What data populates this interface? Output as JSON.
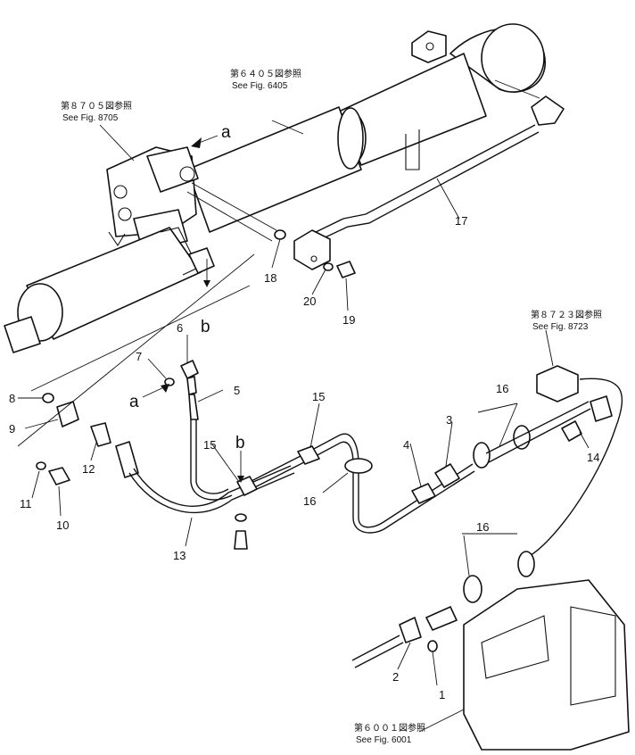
{
  "callouts": {
    "c1": "1",
    "c2": "2",
    "c3": "3",
    "c4": "4",
    "c5": "5",
    "c6": "6",
    "c7": "7",
    "c8": "8",
    "c9": "9",
    "c10": "10",
    "c11": "11",
    "c12": "12",
    "c13": "13",
    "c14": "14",
    "c15a": "15",
    "c15b": "15",
    "c16a": "16",
    "c16b": "16",
    "c16c": "16",
    "c17": "17",
    "c18": "18",
    "c19": "19",
    "c20": "20"
  },
  "letters": {
    "a_top": "a",
    "b_top": "b",
    "a_mid": "a",
    "b_mid": "b"
  },
  "references": {
    "fig6405": {
      "jp": "第６４０５図参照",
      "en": "See Fig. 6405"
    },
    "fig8705": {
      "jp": "第８７０５図参照",
      "en": "See Fig. 8705"
    },
    "fig8723": {
      "jp": "第８７２３図参照",
      "en": "See Fig. 8723"
    },
    "fig6001": {
      "jp": "第６００１図参照",
      "en": "See Fig. 6001"
    }
  }
}
